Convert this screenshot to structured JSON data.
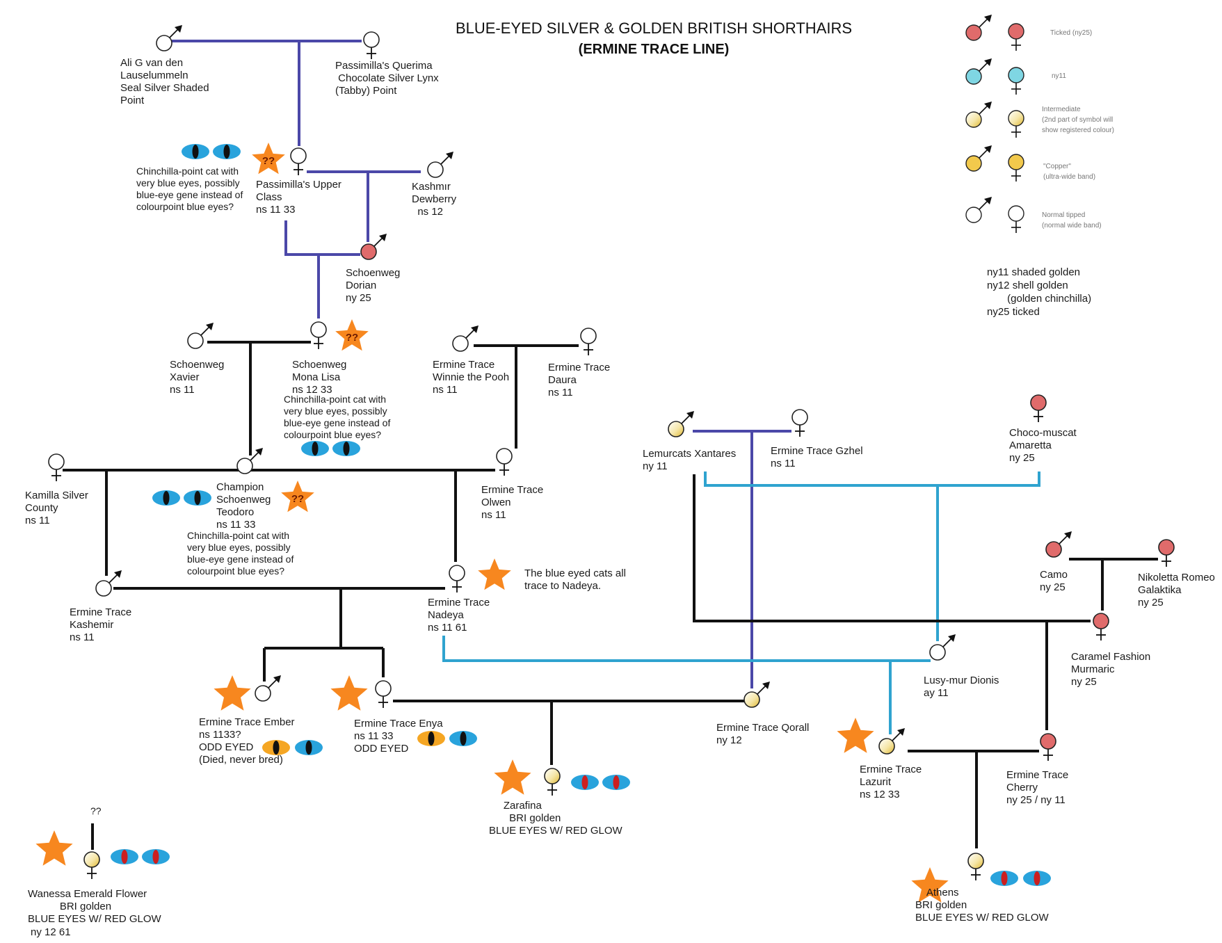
{
  "title": "BLUE-EYED SILVER & GOLDEN BRITISH SHORTHAIRS",
  "subtitle": "(ERMINE TRACE LINE)",
  "colors": {
    "ticked": "#e06b6b",
    "ny11": "#7fd6e3",
    "copper": "#f2c94c",
    "normal": "#ffffff",
    "star": "#f7871f",
    "line_black": "#111111",
    "line_purple": "#4b48a8",
    "line_cyan": "#2fa3cf",
    "eye_blue": "#29a3dc",
    "eye_amber": "#f5a623",
    "eye_red": "#cc1f1f"
  },
  "legend": {
    "entries": [
      {
        "fill": "ticked",
        "text": "Ticked (ny25)"
      },
      {
        "fill": "ny11",
        "text": "ny11"
      },
      {
        "fill": "intermediate",
        "text": "Intermediate\n(2nd part of symbol will\nshow registered colour)"
      },
      {
        "fill": "copper",
        "text": "\"Copper\"\n(ultra-wide band)"
      },
      {
        "fill": "normal",
        "text": "Normal tipped\n(normal wide band)"
      }
    ],
    "codes": "ny11 shaded golden\nny12 shell golden\n       (golden chinchilla)\nny25 ticked"
  },
  "cats": [
    {
      "id": "ali",
      "sex": "male",
      "fill": "normal",
      "label": "Ali G van den\nLauselummeln\nSeal Silver Shaded\nPoint"
    },
    {
      "id": "querima",
      "sex": "female",
      "fill": "normal",
      "label": "Passimilla's Querima\n Chocolate Silver Lynx\n(Tabby) Point"
    },
    {
      "id": "upperclass",
      "sex": "female",
      "fill": "normal",
      "label": "Passimilla's Upper\nClass\nns 11 33"
    },
    {
      "id": "dewberry",
      "sex": "male",
      "fill": "normal",
      "label": "Kashmır\nDewberry\n  ns 12"
    },
    {
      "id": "dorian",
      "sex": "male",
      "fill": "ticked",
      "label": "Schoenweg\nDorian\nny 25"
    },
    {
      "id": "xavier",
      "sex": "male",
      "fill": "normal",
      "label": "Schoenweg\nXavier\nns 11"
    },
    {
      "id": "monalisa",
      "sex": "female",
      "fill": "normal",
      "label": "Schoenweg\nMona Lisa\nns 12 33"
    },
    {
      "id": "winnie",
      "sex": "male",
      "fill": "normal",
      "label": "Ermine Trace\nWinnie the Pooh\nns 11"
    },
    {
      "id": "daura",
      "sex": "female",
      "fill": "normal",
      "label": "Ermine Trace\nDaura\nns 11"
    },
    {
      "id": "kamilla",
      "sex": "female",
      "fill": "normal",
      "label": "Kamilla Silver\nCounty\nns 11"
    },
    {
      "id": "teodoro",
      "sex": "male",
      "fill": "normal",
      "label": "Champion\nSchoenweg\nTeodoro\nns 11 33"
    },
    {
      "id": "olwen",
      "sex": "female",
      "fill": "normal",
      "label": "Ermine Trace\nOlwen\nns 11"
    },
    {
      "id": "kashemir",
      "sex": "male",
      "fill": "normal",
      "label": "Ermine Trace\nKashemir\nns 11"
    },
    {
      "id": "nadeya",
      "sex": "female",
      "fill": "normal",
      "label": "Ermine Trace\nNadeya\nns 11 61"
    },
    {
      "id": "ember",
      "sex": "male",
      "fill": "normal",
      "label": "Ermine Trace Ember\nns 1133?\nODD EYED\n(Died, never bred)"
    },
    {
      "id": "enya",
      "sex": "female",
      "fill": "normal",
      "label": "Ermine Trace Enya\nns 11 33\nODD EYED"
    },
    {
      "id": "zarafina",
      "sex": "female",
      "fill": "intermediate",
      "label": "     Zarafina\n       BRI golden\nBLUE EYES W/ RED GLOW"
    },
    {
      "id": "wanessa",
      "sex": "female",
      "fill": "intermediate",
      "label": "Wanessa Emerald Flower\n           BRI golden\nBLUE EYES W/ RED GLOW"
    },
    {
      "id": "wanessa_code",
      "label": "ny 12 61"
    },
    {
      "id": "xantares",
      "sex": "male",
      "fill": "intermediate",
      "label": "Lemurcats Xantares\nny 11"
    },
    {
      "id": "gzhel",
      "sex": "female",
      "fill": "normal",
      "label": "Ermine Trace Gzhel\nns 11"
    },
    {
      "id": "amaretta",
      "sex": "female",
      "fill": "ticked",
      "label": "Choco-muscat\nAmaretta\nny 25"
    },
    {
      "id": "camo",
      "sex": "male",
      "fill": "ticked",
      "label": "Camo\nny 25"
    },
    {
      "id": "romeo",
      "sex": "female",
      "fill": "ticked",
      "label": "Nikoletta Romeo\nGalaktika\nny 25"
    },
    {
      "id": "murmaric",
      "sex": "female",
      "fill": "ticked",
      "label": "Caramel Fashion\nMurmaric\nny 25"
    },
    {
      "id": "dionis",
      "sex": "male",
      "fill": "normal",
      "label": "Lusy-mur Dionis\nay 11"
    },
    {
      "id": "qorall",
      "sex": "male",
      "fill": "intermediate",
      "label": "Ermine Trace Qorall\nny 12"
    },
    {
      "id": "lazurit",
      "sex": "male",
      "fill": "intermediate",
      "label": "Ermine Trace\nLazurit\nns 12 33"
    },
    {
      "id": "cherry",
      "sex": "female",
      "fill": "ticked",
      "label": "Ermine Trace\nCherry\nny 25 / ny 11"
    },
    {
      "id": "athens",
      "sex": "female",
      "fill": "intermediate",
      "label": "    Athens\nBRI golden\nBLUE EYES W/ RED GLOW"
    }
  ],
  "notes": {
    "chinchilla": "Chinchilla-point cat with\nvery blue eyes, possibly\nblue-eye gene instead of\ncolourpoint blue eyes?",
    "nadeya": "The blue eyed cats all\ntrace to Nadeya.",
    "unknown": "??"
  }
}
